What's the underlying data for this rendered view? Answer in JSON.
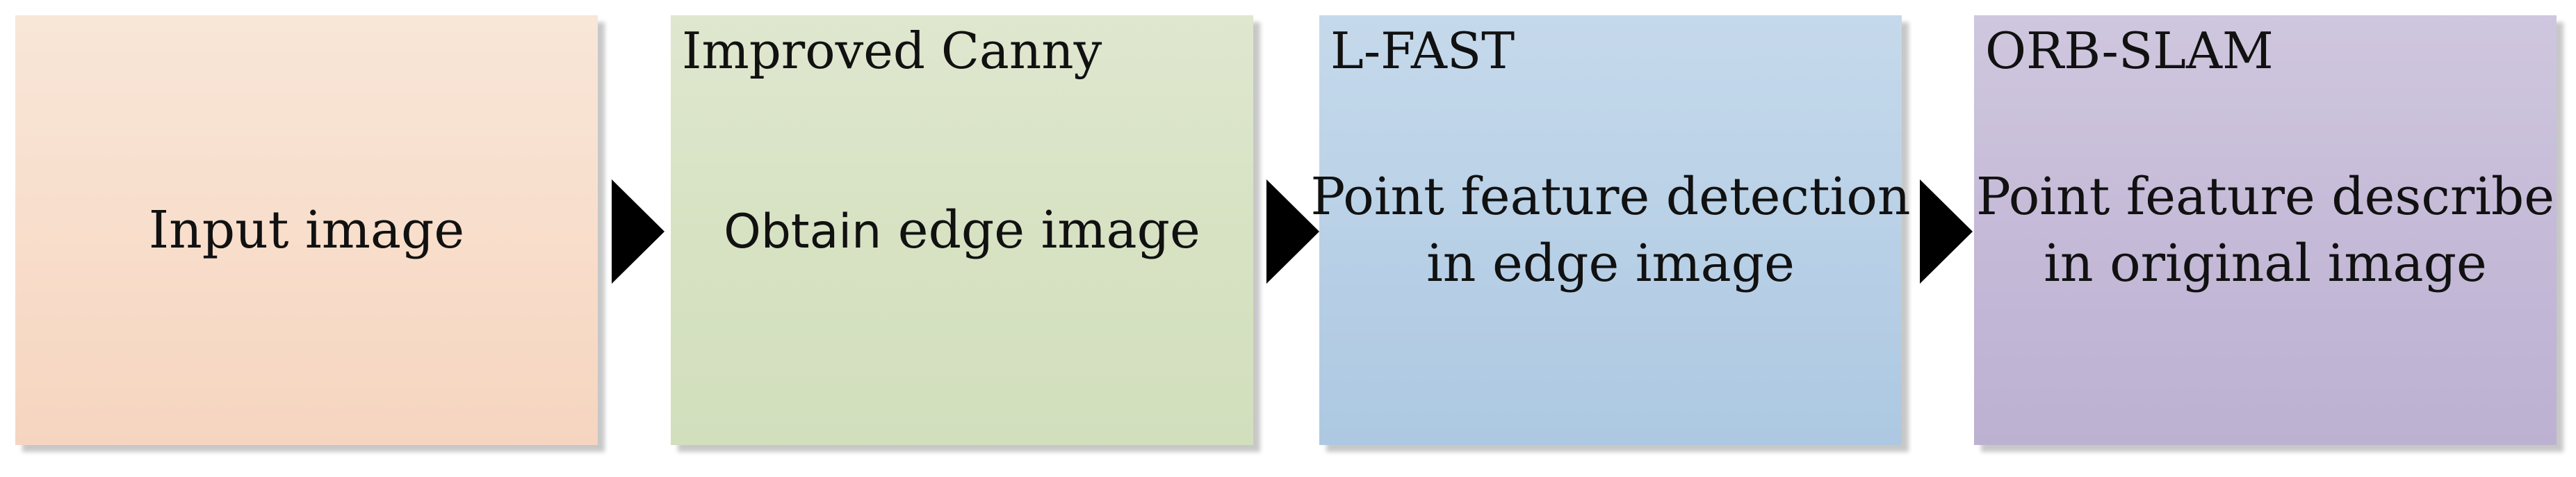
{
  "steps": [
    {
      "title": "",
      "lines": [
        "Input image"
      ]
    },
    {
      "title": "Improved Canny",
      "lines_parts": [
        {
          "a": "Obtain",
          "b": " edge image"
        }
      ]
    },
    {
      "title": "L-FAST",
      "lines": [
        "Point feature detection",
        "in edge image"
      ]
    },
    {
      "title": "ORB-SLAM",
      "lines": [
        "Point feature describe",
        "in original image"
      ]
    }
  ],
  "colors": {
    "step1": "#f8ddca",
    "step2": "#d6e2c2",
    "step3": "#b8d0e6",
    "step4": "#c4b9d7",
    "arrow": "#000000"
  },
  "icons": [
    "arrow-right-icon",
    "arrow-right-icon",
    "arrow-right-icon"
  ]
}
